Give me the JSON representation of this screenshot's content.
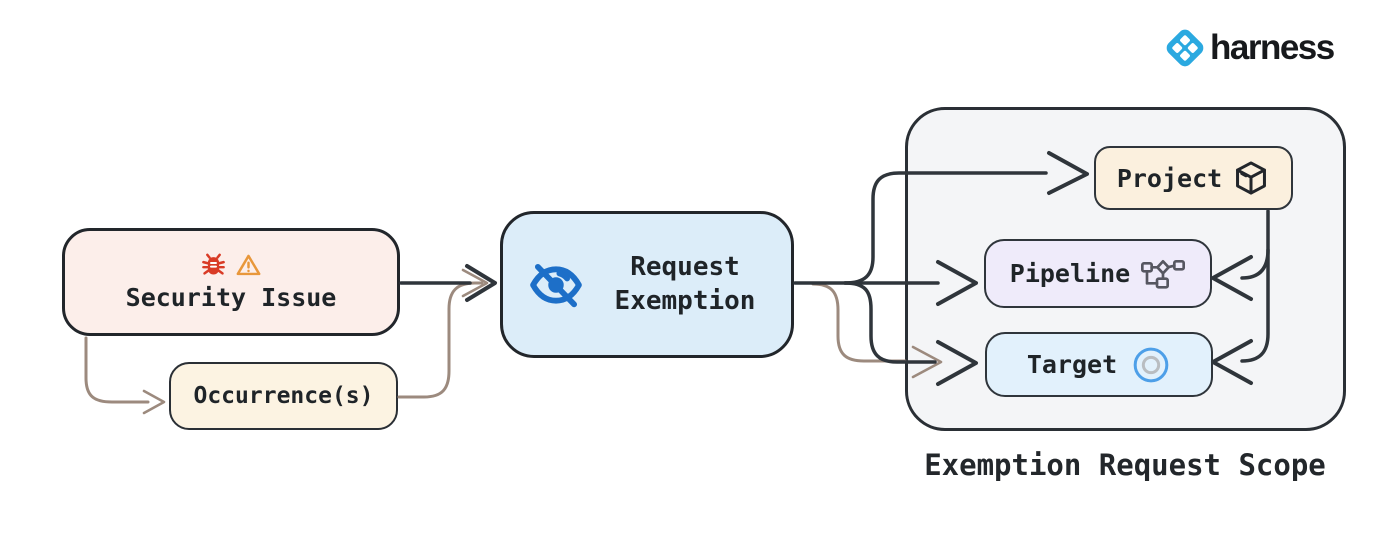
{
  "brand": {
    "name": "harness"
  },
  "nodes": {
    "security_issue": {
      "label": "Security Issue",
      "icons": [
        "bug-icon",
        "warning-icon"
      ]
    },
    "occurrences": {
      "label": "Occurrence(s)"
    },
    "request_exemption": {
      "label": "Request Exemption",
      "icon": "eye-off-icon"
    },
    "project": {
      "label": "Project",
      "icon": "package-icon"
    },
    "pipeline": {
      "label": "Pipeline",
      "icon": "workflow-icon"
    },
    "target": {
      "label": "Target",
      "icon": "target-icon"
    }
  },
  "scope": {
    "label": "Exemption Request Scope"
  },
  "colors": {
    "security_bg": "#FCEEEA",
    "occurrence_bg": "#FCF3E2",
    "exemption_bg": "#DCEDF9",
    "scope_bg": "#F4F5F7",
    "project_bg": "#FBF0DE",
    "pipeline_bg": "#EFEBFA",
    "target_bg": "#E2F1FC",
    "line_dark": "#2F353B",
    "line_brown": "#9C8A7E",
    "icon_blue": "#1D6FC8",
    "bug_red": "#D93B26",
    "warning_orange": "#E8973B",
    "workflow_gray": "#565660",
    "target_ring": "#4D9FE8",
    "target_inner_ring": "#B9BDC1",
    "logo_blue": "#2BA9E0",
    "text_dark": "#1F2428"
  }
}
